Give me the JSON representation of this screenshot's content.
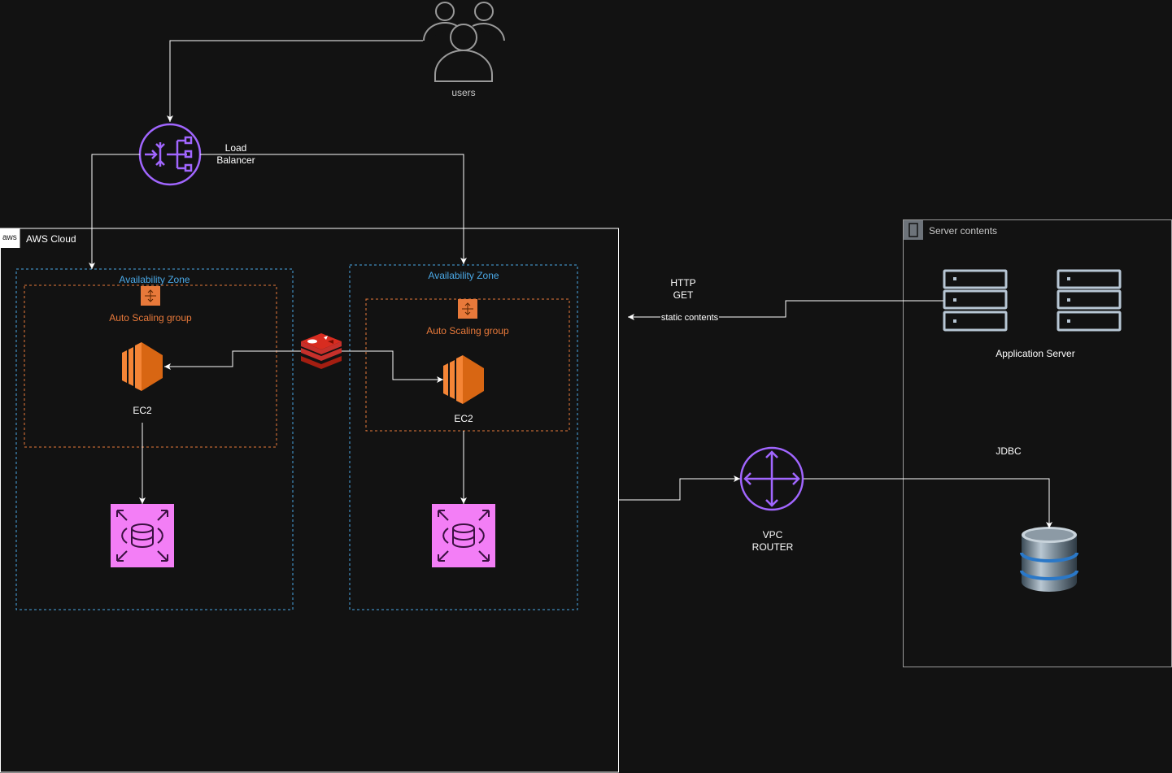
{
  "diagram": {
    "users_label": "users",
    "load_balancer_label": "Load\nBalancer",
    "aws_cloud": {
      "badge": "aws",
      "label": "AWS Cloud"
    },
    "zones": [
      {
        "az_label": "Availability Zone",
        "asg_label": "Auto Scaling group",
        "ec2_label": "EC2"
      },
      {
        "az_label": "Availability Zone",
        "asg_label": "Auto Scaling group",
        "ec2_label": "EC2"
      }
    ],
    "http_get_label": "HTTP\nGET",
    "static_contents_label": "static contents",
    "server_contents": {
      "label": "Server contents",
      "app_server_label": "Application Server"
    },
    "jdbc_label": "JDBC",
    "vpc_router_label": "VPC\nROUTER",
    "icons": [
      "users-icon",
      "load-balancer-icon",
      "aws-logo-icon",
      "auto-scaling-group-icon",
      "ec2-icon",
      "redis-icon",
      "database-icon",
      "server-icon",
      "vpc-router-icon",
      "db-cylinder-icon"
    ],
    "colors": {
      "background": "#121212",
      "line": "#ffffff",
      "load_balancer": "#a166ff",
      "availability_zone": "#4aa8e6",
      "auto_scaling": "#e8793a",
      "ec2": "#d86613",
      "database": "#f37ef6",
      "redis": "#c6302b",
      "server": "#b7c6d4"
    }
  }
}
